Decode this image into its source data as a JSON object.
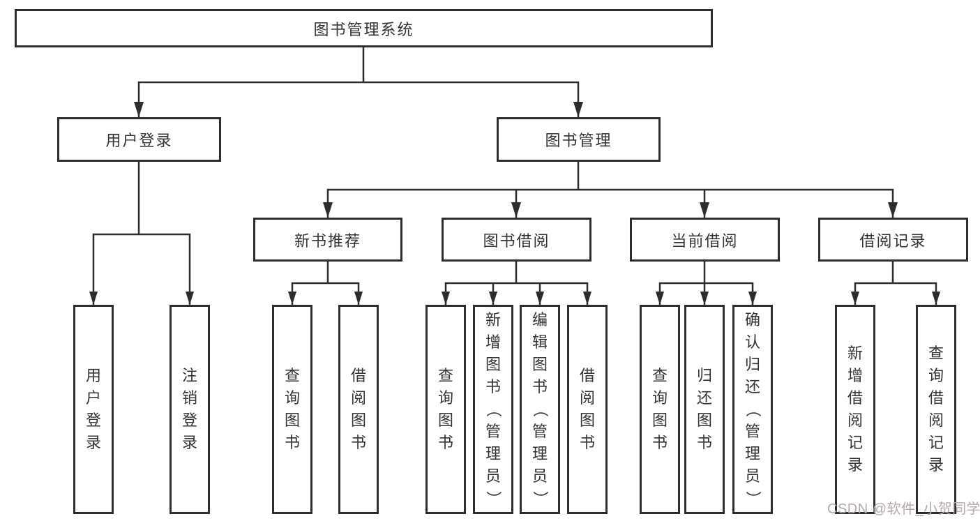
{
  "diagram": {
    "root": {
      "label": "图书管理系统",
      "children": [
        {
          "label": "用户登录",
          "children": [
            {
              "label": "用户登录"
            },
            {
              "label": "注销登录"
            }
          ]
        },
        {
          "label": "图书管理",
          "children": [
            {
              "label": "新书推荐",
              "children": [
                {
                  "label": "查询图书"
                },
                {
                  "label": "借阅图书"
                }
              ]
            },
            {
              "label": "图书借阅",
              "children": [
                {
                  "label": "查询图书"
                },
                {
                  "label": "新增图书（管理员）"
                },
                {
                  "label": "编辑图书（管理员）"
                },
                {
                  "label": "借阅图书"
                }
              ]
            },
            {
              "label": "当前借阅",
              "children": [
                {
                  "label": "查询图书"
                },
                {
                  "label": "归还图书"
                },
                {
                  "label": "确认归还（管理员）"
                }
              ]
            },
            {
              "label": "借阅记录",
              "children": [
                {
                  "label": "新增借阅记录"
                },
                {
                  "label": "查询借阅记录"
                }
              ]
            }
          ]
        }
      ]
    }
  },
  "watermark": {
    "text": "CSDN @软件_小贺同学"
  },
  "colors": {
    "line": "#2d2d2d",
    "text": "#333333",
    "box_fill": "#ffffff",
    "background": "#ffffff",
    "watermark": "#b3aaaa"
  }
}
